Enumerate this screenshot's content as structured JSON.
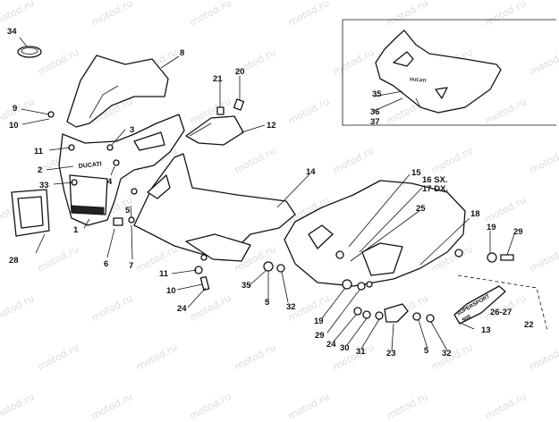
{
  "watermark": "motod.ru",
  "decal_text": {
    "main_logo": "DUCATI",
    "side_decal": "SUPERSPORT",
    "side_decal_sub": "900",
    "inset_logo": "DUCATI"
  },
  "callouts": {
    "c1": "1",
    "c2": "2",
    "c3": "3",
    "c4": "4",
    "c5a": "5",
    "c5b": "5",
    "c5c": "5",
    "c6": "6",
    "c7": "7",
    "c8": "8",
    "c9": "9",
    "c10a": "10",
    "c10b": "10",
    "c11a": "11",
    "c11b": "11",
    "c12": "12",
    "c13": "13",
    "c14": "14",
    "c15": "15",
    "c16": "16 SX.",
    "c17": "17 DX.",
    "c18": "18",
    "c19a": "19",
    "c19b": "19",
    "c20": "20",
    "c21": "21",
    "c22": "22",
    "c23": "23",
    "c24a": "24",
    "c24b": "24",
    "c25": "25",
    "c2627": "26-27",
    "c28": "28",
    "c29a": "29",
    "c29b": "29",
    "c30": "30",
    "c31": "31",
    "c32a": "32",
    "c32b": "32",
    "c33": "33",
    "c34": "34",
    "c35a": "35",
    "c35b": "35",
    "c36": "36",
    "c37": "37"
  }
}
